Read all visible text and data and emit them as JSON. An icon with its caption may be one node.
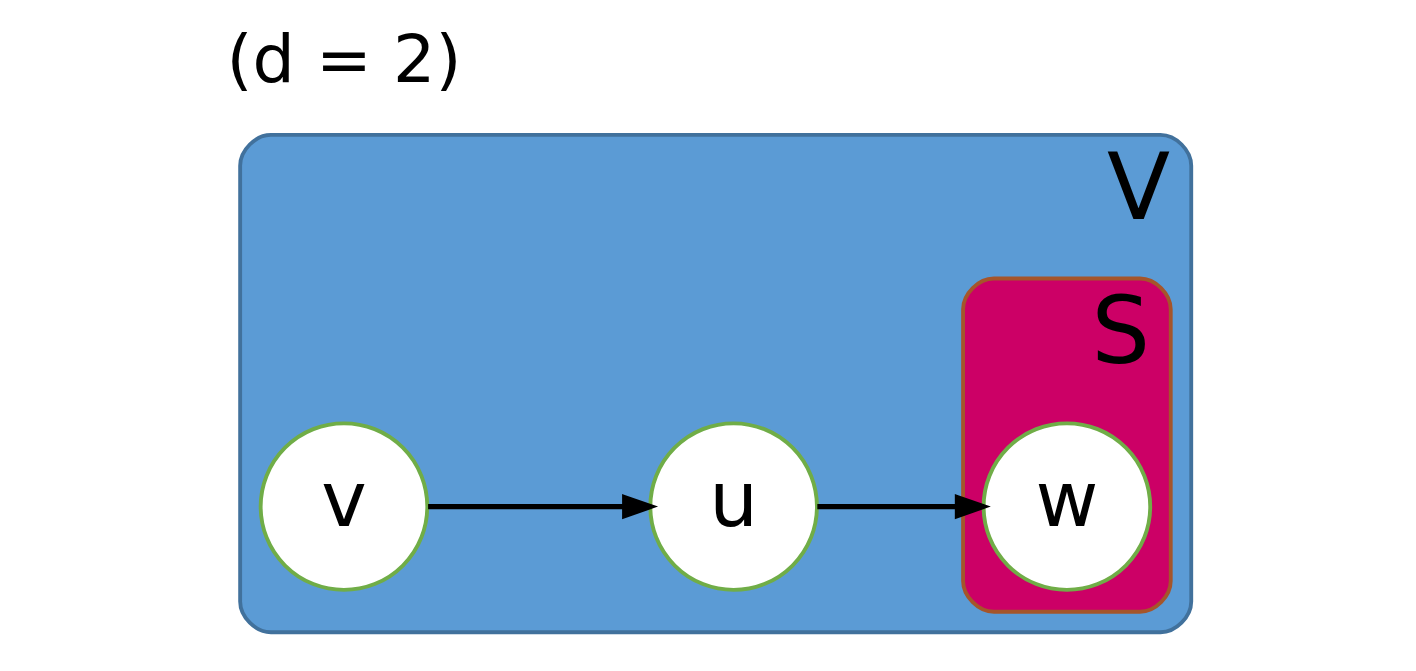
{
  "diagram": {
    "nodes": [
      {
        "text": [
          "V"
        ]
      },
      {
        "text": [
          "S"
        ],
        "in": 0
      },
      {
        "text": [
          "v"
        ],
        "in": 0
      },
      {
        "text": [
          "u"
        ],
        "in": 0
      },
      {
        "text": [
          "w"
        ],
        "in": 1
      }
    ],
    "edges": [
      {
        "from": 2,
        "to": 3,
        "arrow": "to"
      },
      {
        "from": 3,
        "to": 4,
        "arrow": "to"
      }
    ],
    "labels": [
      "(d = 2)"
    ]
  }
}
